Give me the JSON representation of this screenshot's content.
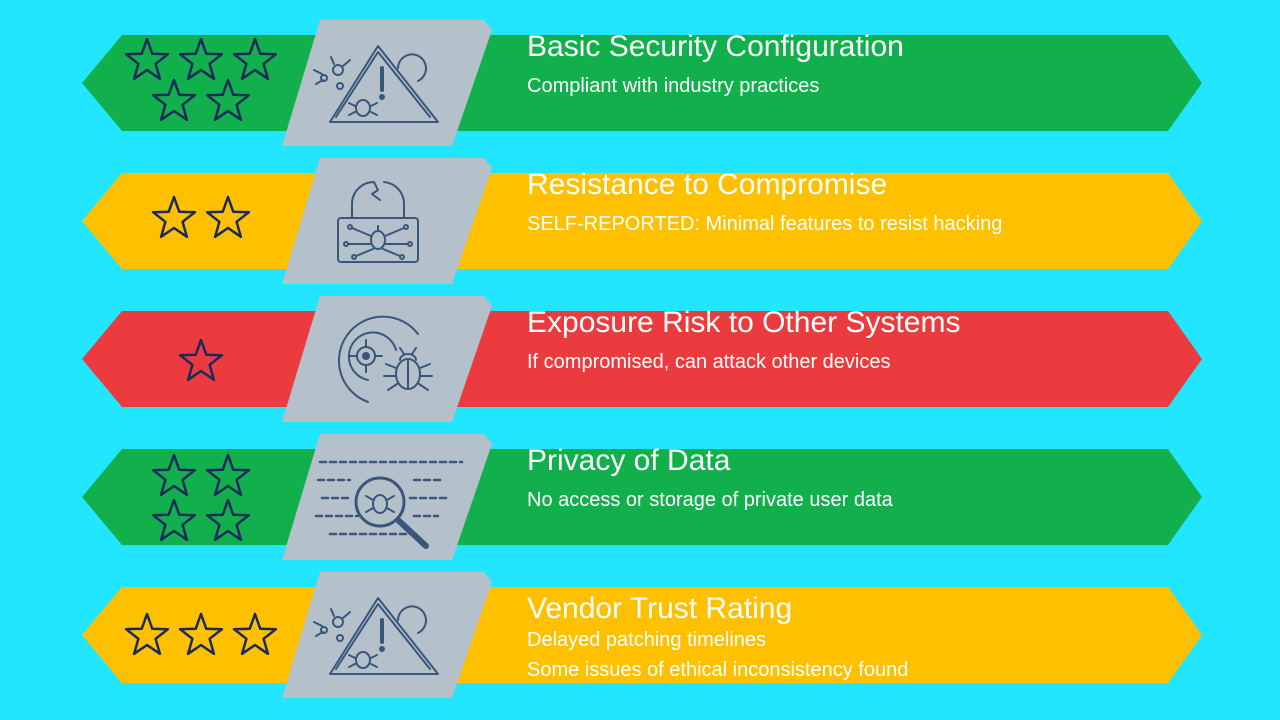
{
  "colors": {
    "background": "#22e6ff",
    "green": "#12b04c",
    "yellow": "#ffc000",
    "red": "#eb3b3f",
    "panel": "#b4c0ca",
    "icon_stroke": "#3a567a",
    "star_stroke": "#1a2a5a"
  },
  "ratings": [
    {
      "title": "Basic Security Configuration",
      "subtitle": "Compliant with industry practices",
      "stars": 5,
      "color": "green",
      "icon": "warning-virus-icon"
    },
    {
      "title": "Resistance to Compromise",
      "subtitle": "SELF-REPORTED:  Minimal features to resist hacking",
      "stars": 2,
      "color": "yellow",
      "icon": "broken-lock-circuit-icon"
    },
    {
      "title": "Exposure Risk to Other Systems",
      "subtitle": "If compromised, can attack other devices",
      "stars": 1,
      "color": "red",
      "icon": "target-bug-icon"
    },
    {
      "title": "Privacy of Data",
      "subtitle": "No access or storage of private user data",
      "stars": 4,
      "color": "green",
      "icon": "binary-magnifier-bug-icon"
    },
    {
      "title": "Vendor Trust Rating",
      "subtitle_lines": [
        "Delayed patching timelines",
        "Some issues of ethical inconsistency found"
      ],
      "stars": 3,
      "color": "yellow",
      "icon": "warning-virus-icon"
    }
  ]
}
